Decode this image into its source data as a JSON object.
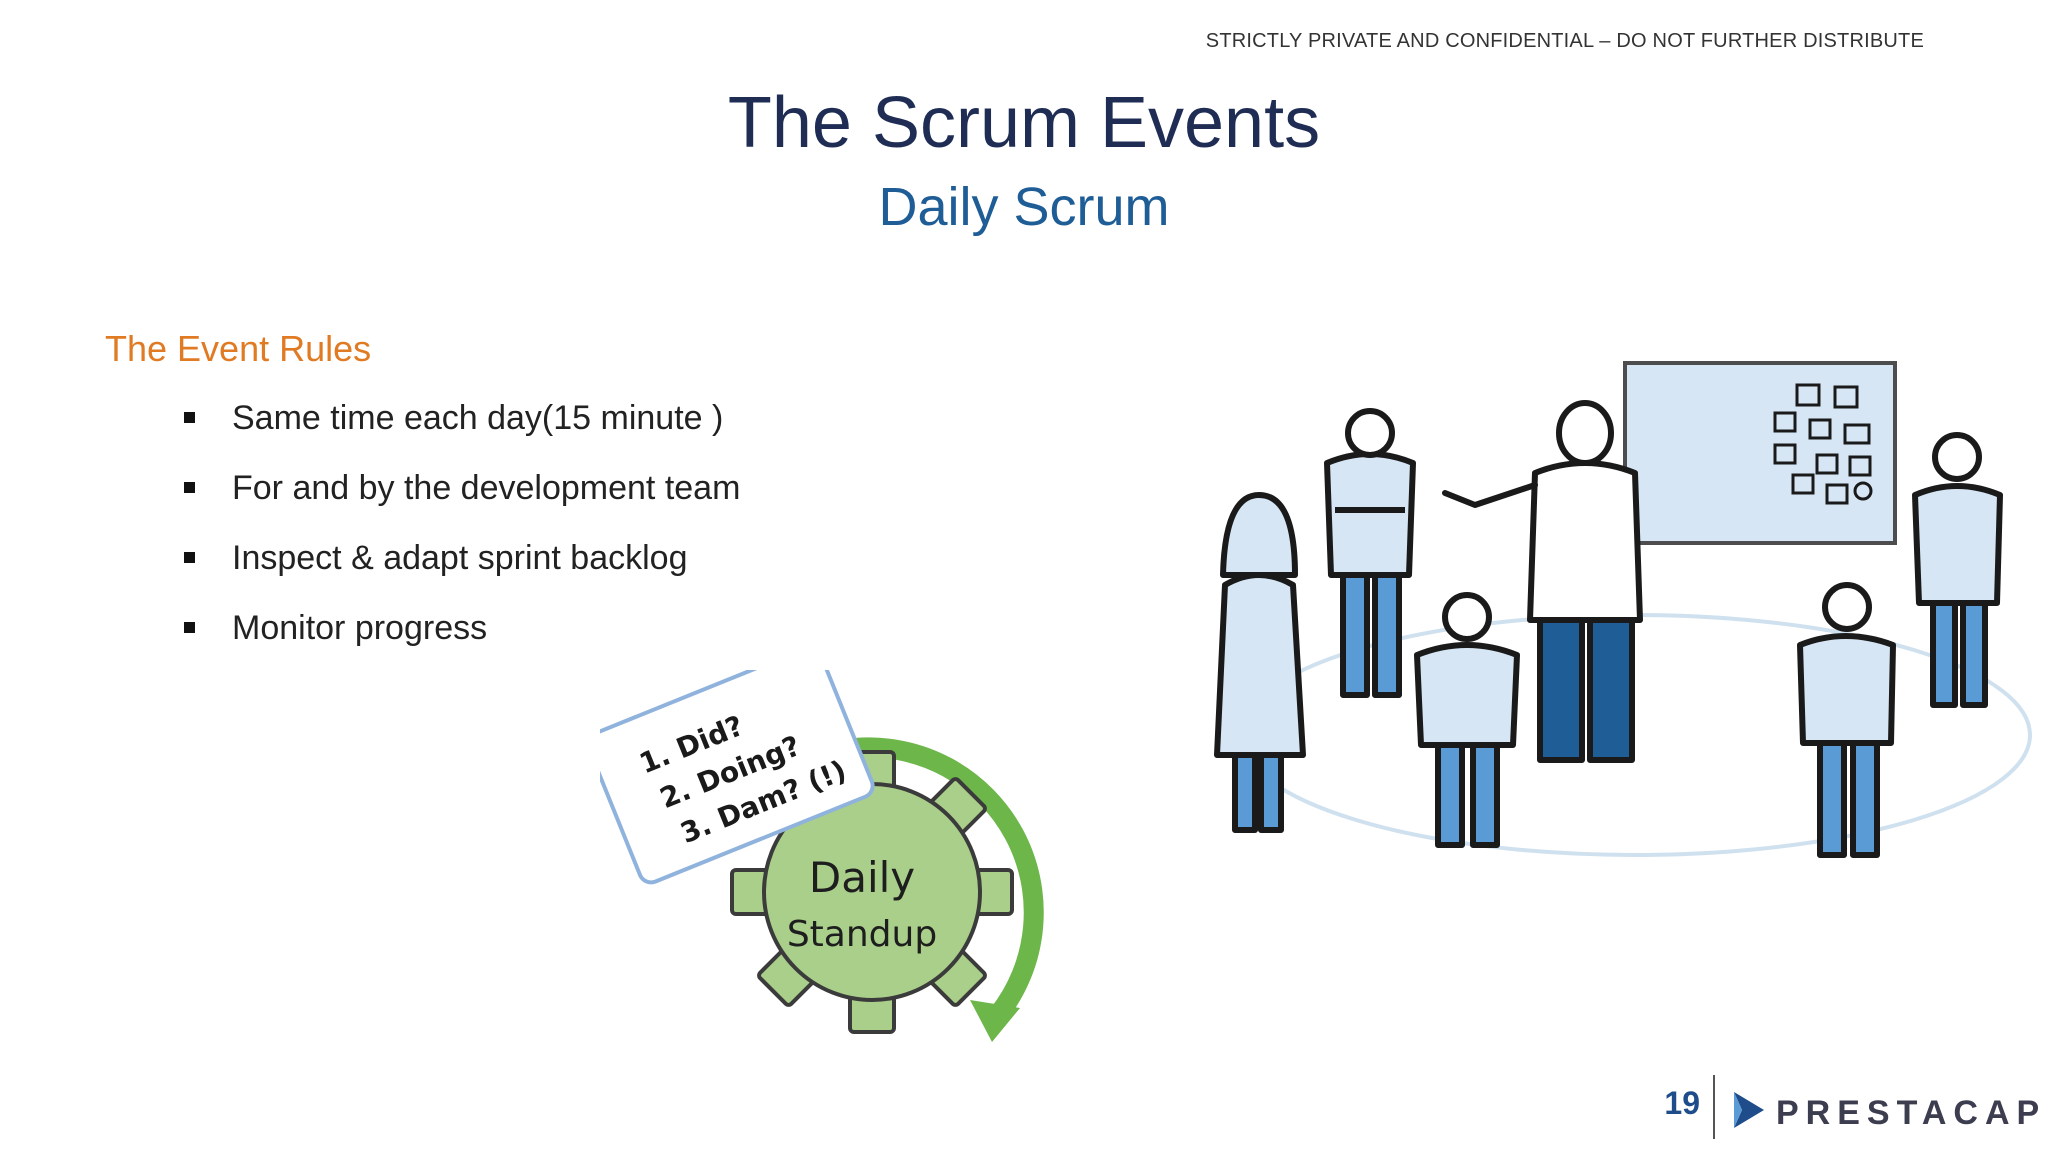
{
  "header": {
    "confidential": "STRICTLY PRIVATE AND CONFIDENTIAL – DO NOT FURTHER DISTRIBUTE"
  },
  "slide": {
    "title": "The Scrum Events",
    "subtitle": "Daily Scrum",
    "rules_heading": "The Event Rules",
    "rules": [
      "Same time each day(15 minute )",
      "For and by the development team",
      "Inspect & adapt sprint backlog",
      "Monitor progress"
    ]
  },
  "standup_graphic": {
    "card_lines": [
      "1. Did?",
      "2. Doing?",
      "3. Dam? (!)"
    ],
    "gear_label_line1": "Daily",
    "gear_label_line2": "Standup"
  },
  "footer": {
    "page_number": "19",
    "logo_text": "PRESTACAP"
  },
  "colors": {
    "title": "#1f2d55",
    "subtitle": "#1f5d97",
    "accent_orange": "#e07b24",
    "gear_green": "#a9cf8a",
    "arrow_green": "#6db64a",
    "figure_blue": "#5b9bd5",
    "figure_light": "#d6e6f5"
  },
  "icons": {
    "bullet": "square-bullet-icon",
    "logo": "prestacap-logo-icon"
  }
}
